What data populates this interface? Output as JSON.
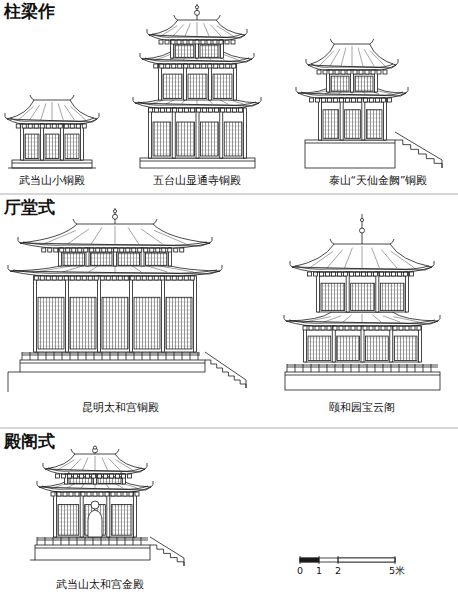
{
  "diagram": {
    "labels": [
      "柱梁作",
      "武当山小铜殿",
      "五台山显通寺铜殿",
      "泰山“天仙金阙”铜殿",
      "厅堂式",
      "昆明太和宫铜殿",
      "颐和园宝云阁",
      "殿阁式",
      "武当山太和宫金殿",
      "0",
      "1",
      "2",
      "5米"
    ]
  }
}
